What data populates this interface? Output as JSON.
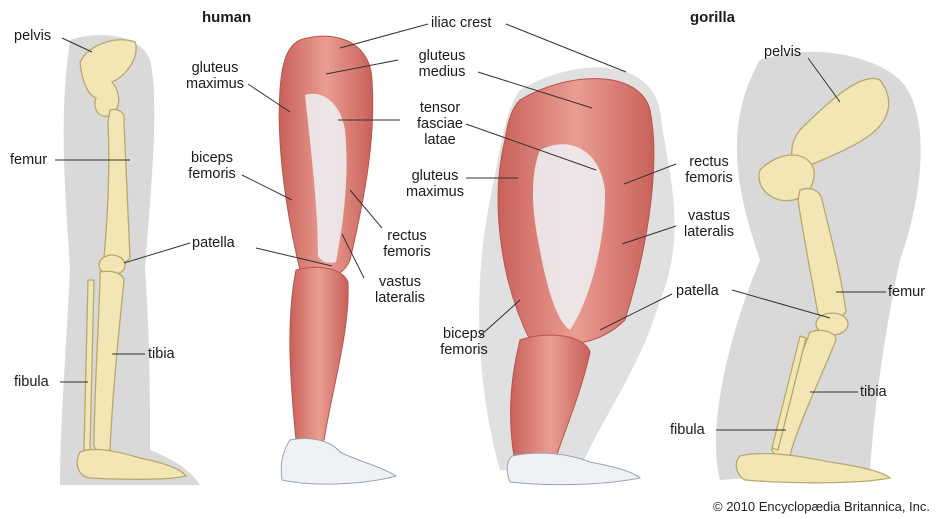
{
  "titles": {
    "human": "human",
    "gorilla": "gorilla"
  },
  "labels": {
    "human_pelvis": "pelvis",
    "human_femur": "femur",
    "human_patella": "patella",
    "human_tibia": "tibia",
    "human_fibula": "fibula",
    "iliac_crest": "iliac crest",
    "human_gluteus_maximus": [
      "gluteus",
      "maximus"
    ],
    "human_gluteus_medius": [
      "gluteus",
      "medius"
    ],
    "human_tensor_fasciae_latae": [
      "tensor",
      "fasciae",
      "latae"
    ],
    "human_biceps_femoris": [
      "biceps",
      "femoris"
    ],
    "human_rectus_femoris": [
      "rectus",
      "femoris"
    ],
    "human_vastus_lateralis": [
      "vastus",
      "lateralis"
    ],
    "gorilla_gluteus_maximus": [
      "gluteus",
      "maximus"
    ],
    "gorilla_rectus_femoris": [
      "rectus",
      "femoris"
    ],
    "gorilla_vastus_lateralis": [
      "vastus",
      "lateralis"
    ],
    "gorilla_biceps_femoris": [
      "biceps",
      "femoris"
    ],
    "gorilla_patella": "patella",
    "gorilla_pelvis": "pelvis",
    "gorilla_femur": "femur",
    "gorilla_tibia": "tibia",
    "gorilla_fibula": "fibula"
  },
  "credit": "© 2010 Encyclopædia Britannica, Inc.",
  "colors": {
    "bone": "#f1e6b4",
    "bone_edge": "#b9a86e",
    "muscle": "#e08a80",
    "muscle_dark": "#c75f57",
    "tendon": "#eef2f6",
    "silhouette": "#d8d8d8",
    "leader": "#333333"
  }
}
